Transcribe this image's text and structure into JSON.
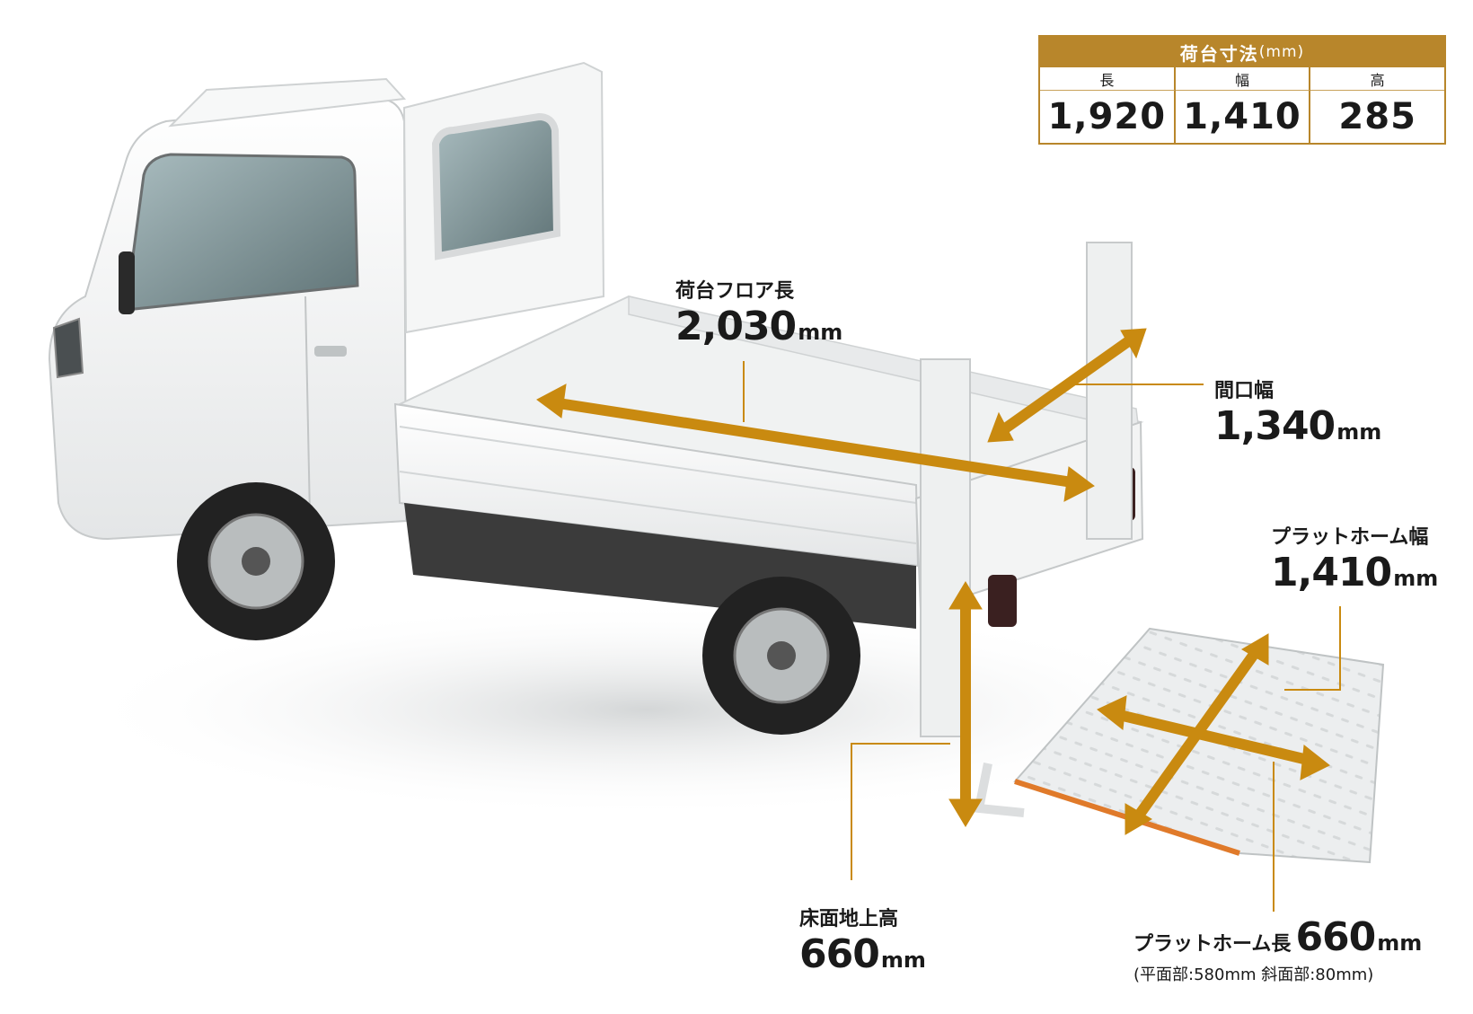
{
  "spec_table": {
    "title": "荷台寸法",
    "unit": "(mm)",
    "headers": [
      "長",
      "幅",
      "高"
    ],
    "values": [
      "1,920",
      "1,410",
      "285"
    ]
  },
  "labels": {
    "floor_length": {
      "name": "荷台フロア長",
      "value": "2,030",
      "unit": "mm"
    },
    "opening_width": {
      "name": "間口幅",
      "value": "1,340",
      "unit": "mm"
    },
    "platform_width": {
      "name": "プラットホーム幅",
      "value": "1,410",
      "unit": "mm"
    },
    "floor_height": {
      "name": "床面地上高",
      "value": "660",
      "unit": "mm"
    },
    "platform_length": {
      "name": "プラットホーム長",
      "value": "660",
      "unit": "mm",
      "note": "(平面部:580mm 斜面部:80mm)"
    }
  },
  "colors": {
    "accent": "#b8862b",
    "arrow": "#c98a10",
    "truck_body": "#f2f3f3",
    "truck_shadow": "#d8dadb",
    "tire": "#222222",
    "glass": "#8fa5a8"
  }
}
